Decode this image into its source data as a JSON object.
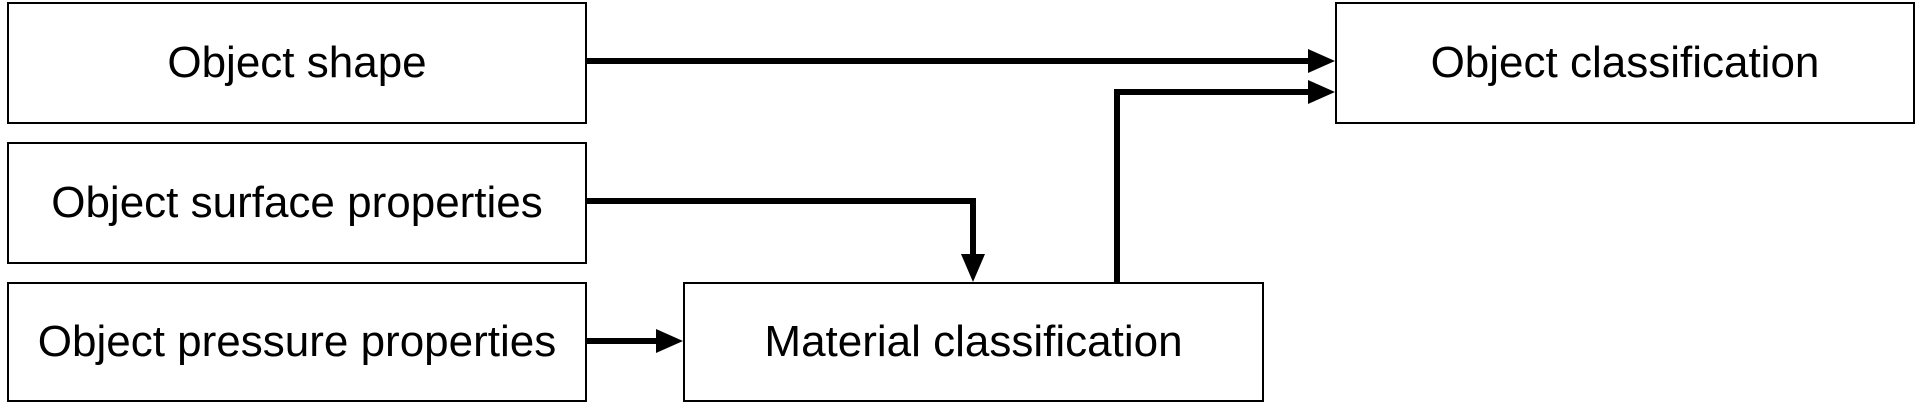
{
  "nodes": {
    "object_shape": "Object shape",
    "object_surface_properties": "Object surface properties",
    "object_pressure_properties": "Object pressure properties",
    "material_classification": "Material classification",
    "object_classification": "Object classification"
  },
  "edges": [
    {
      "from": "Object shape",
      "to": "Object classification"
    },
    {
      "from": "Object surface properties",
      "to": "Material classification"
    },
    {
      "from": "Object pressure properties",
      "to": "Material classification"
    },
    {
      "from": "Material classification",
      "to": "Object classification"
    }
  ]
}
